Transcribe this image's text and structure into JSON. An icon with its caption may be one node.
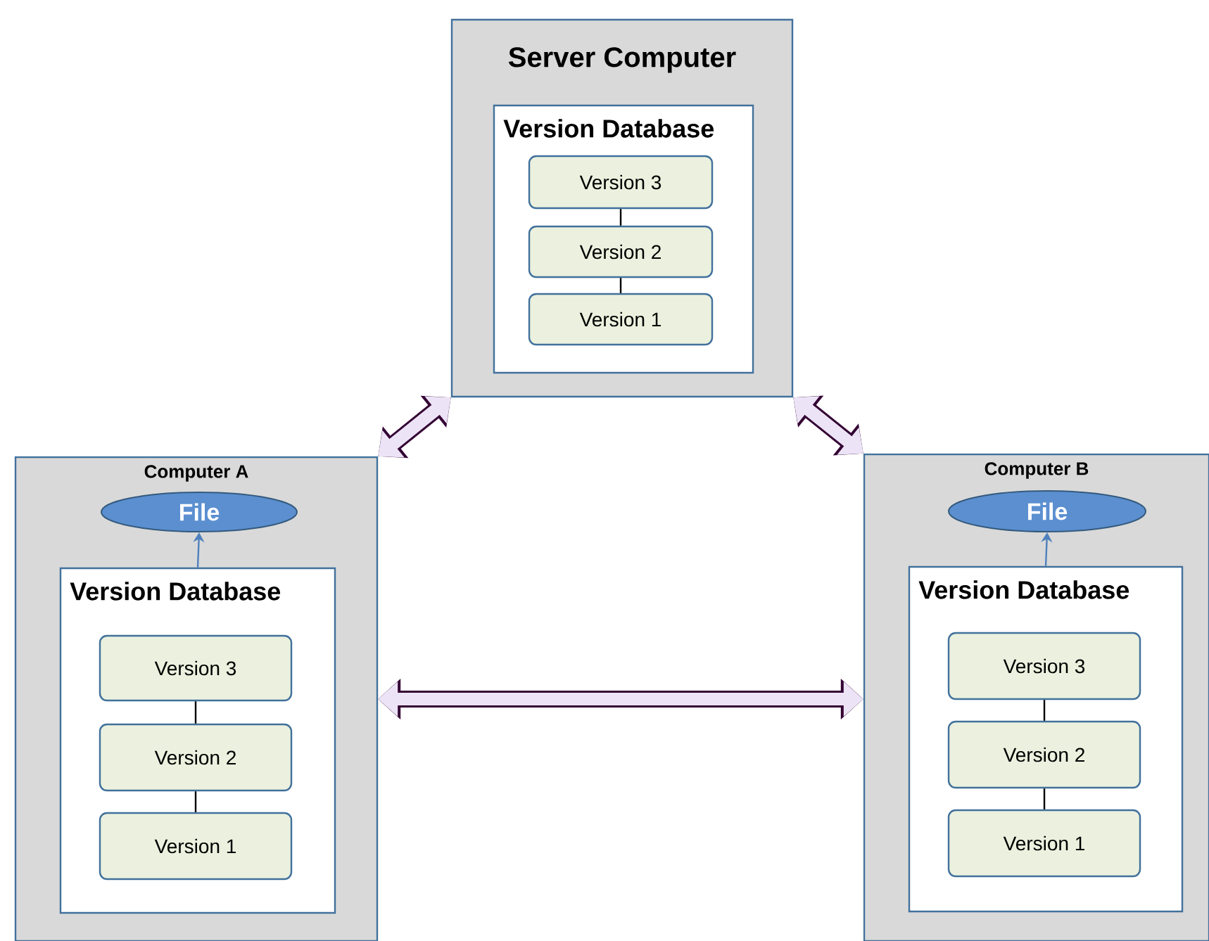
{
  "diagram": {
    "nodes": [
      {
        "text": [
          "Server Computer"
        ]
      },
      {
        "text": [
          "Version Database"
        ],
        "in": 0
      },
      {
        "text": [
          "Version 3"
        ],
        "in": 1
      },
      {
        "text": [
          "Version 2"
        ],
        "in": 1
      },
      {
        "text": [
          "Version 1"
        ],
        "in": 1
      },
      {
        "text": [
          "Computer A"
        ]
      },
      {
        "text": [
          "File"
        ],
        "in": 5
      },
      {
        "text": [
          "Version Database"
        ],
        "in": 5
      },
      {
        "text": [
          "Version 3"
        ],
        "in": 7
      },
      {
        "text": [
          "Version 2"
        ],
        "in": 7
      },
      {
        "text": [
          "Version 1"
        ],
        "in": 7
      },
      {
        "text": [
          "Computer B"
        ]
      },
      {
        "text": [
          "File"
        ],
        "in": 11
      },
      {
        "text": [
          "Version Database"
        ],
        "in": 11
      },
      {
        "text": [
          "Version 3"
        ],
        "in": 13
      },
      {
        "text": [
          "Version 2"
        ],
        "in": 13
      },
      {
        "text": [
          "Version 1"
        ],
        "in": 13
      }
    ],
    "edges": [
      {
        "from": 2,
        "to": 3,
        "arrow": "none"
      },
      {
        "from": 3,
        "to": 4,
        "arrow": "none"
      },
      {
        "from": 8,
        "to": 9,
        "arrow": "none"
      },
      {
        "from": 9,
        "to": 10,
        "arrow": "none"
      },
      {
        "from": 14,
        "to": 15,
        "arrow": "none"
      },
      {
        "from": 15,
        "to": 16,
        "arrow": "none"
      },
      {
        "from": 7,
        "to": 6,
        "arrow": "to",
        "color": "#4f81bd"
      },
      {
        "from": 13,
        "to": 12,
        "arrow": "to",
        "color": "#4f81bd"
      },
      {
        "from": 0,
        "to": 5,
        "arrow": "both",
        "style": "thick",
        "color": "#ece4f6"
      },
      {
        "from": 0,
        "to": 11,
        "arrow": "both",
        "style": "thick",
        "color": "#ece4f6"
      },
      {
        "from": 5,
        "to": 11,
        "arrow": "both",
        "style": "thick",
        "color": "#ece4f6"
      }
    ]
  }
}
